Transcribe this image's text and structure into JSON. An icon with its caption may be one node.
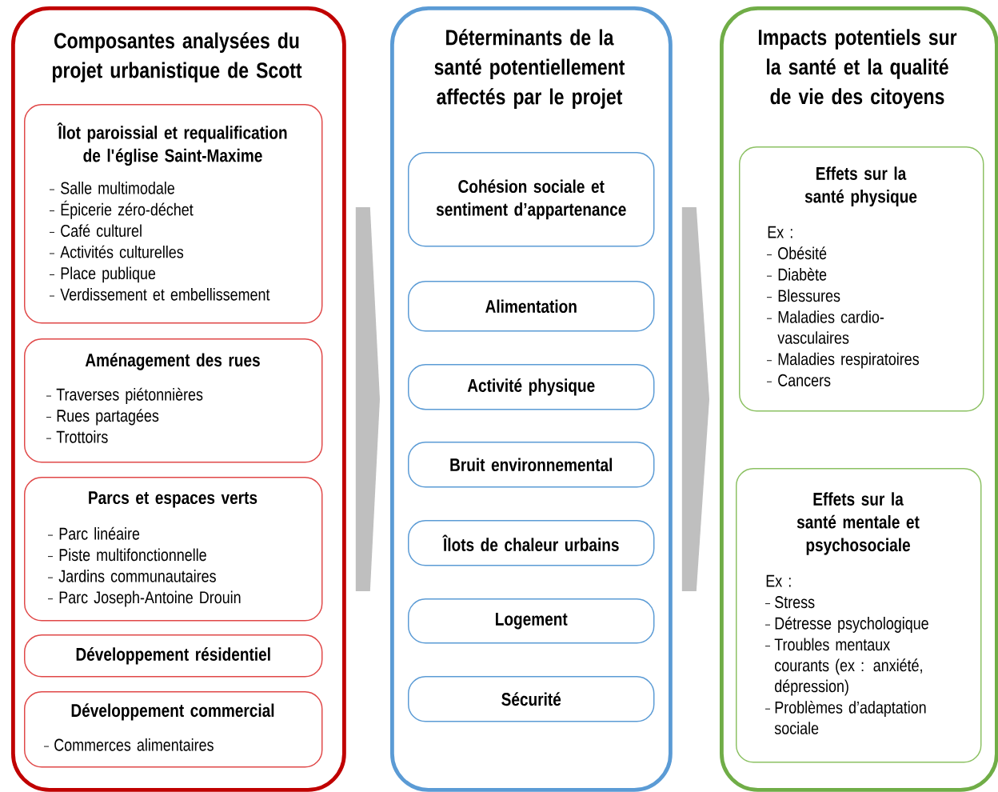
{
  "diagram": {
    "nodes": [
      {
        "text": [
          "Composantes analysées du projet urbanistique de Scott"
        ]
      },
      {
        "text": [
          "Îlot paroissial et requalification de l'église Saint-Maxime",
          "Salle multimodale",
          "Épicerie zéro-déchet",
          "Café culturel",
          "Activités culturelles",
          "Place publique",
          "Verdissement et embellissement"
        ],
        "in": 0
      },
      {
        "text": [
          "Aménagement des rues",
          "Traverses piétonnières",
          "Rues partagées",
          "Trottoirs"
        ],
        "in": 0
      },
      {
        "text": [
          "Parcs et espaces verts",
          "Parc linéaire",
          "Piste multifonctionnelle",
          "Jardins communautaires",
          "Parc Joseph-Antoine Drouin"
        ],
        "in": 0
      },
      {
        "text": [
          "Développement résidentiel"
        ],
        "in": 0
      },
      {
        "text": [
          "Développement commercial",
          "Commerces alimentaires"
        ],
        "in": 0
      },
      {
        "text": [
          "Déterminants de la santé potentiellement affectés par le projet"
        ]
      },
      {
        "text": [
          "Cohésion sociale et sentiment d’appartenance"
        ],
        "in": 6
      },
      {
        "text": [
          "Alimentation"
        ],
        "in": 6
      },
      {
        "text": [
          "Activité physique"
        ],
        "in": 6
      },
      {
        "text": [
          "Bruit environnemental"
        ],
        "in": 6
      },
      {
        "text": [
          "Îlots de chaleur urbains"
        ],
        "in": 6
      },
      {
        "text": [
          "Logement"
        ],
        "in": 6
      },
      {
        "text": [
          "Sécurité"
        ],
        "in": 6
      },
      {
        "text": [
          "Impacts potentiels sur la santé et la qualité de vie des citoyens"
        ]
      },
      {
        "text": [
          "Effets sur la santé physique",
          "Ex :",
          "Obésité",
          "Diabète",
          "Blessures",
          "Maladies cardio-vasculaires",
          "Maladies respiratoires",
          "Cancers"
        ],
        "in": 14
      },
      {
        "text": [
          "Effets sur la santé mentale et psychosociale",
          "Ex :",
          "Stress",
          "Détresse psychologique",
          "Troubles mentaux courants (ex : anxiété, dépression)",
          "Problèmes d’adaptation sociale"
        ],
        "in": 14
      }
    ],
    "edges": [
      {
        "from": 0,
        "to": 6,
        "arrow": "to",
        "style": "thick"
      },
      {
        "from": 6,
        "to": 14,
        "arrow": "to",
        "style": "thick"
      }
    ]
  }
}
